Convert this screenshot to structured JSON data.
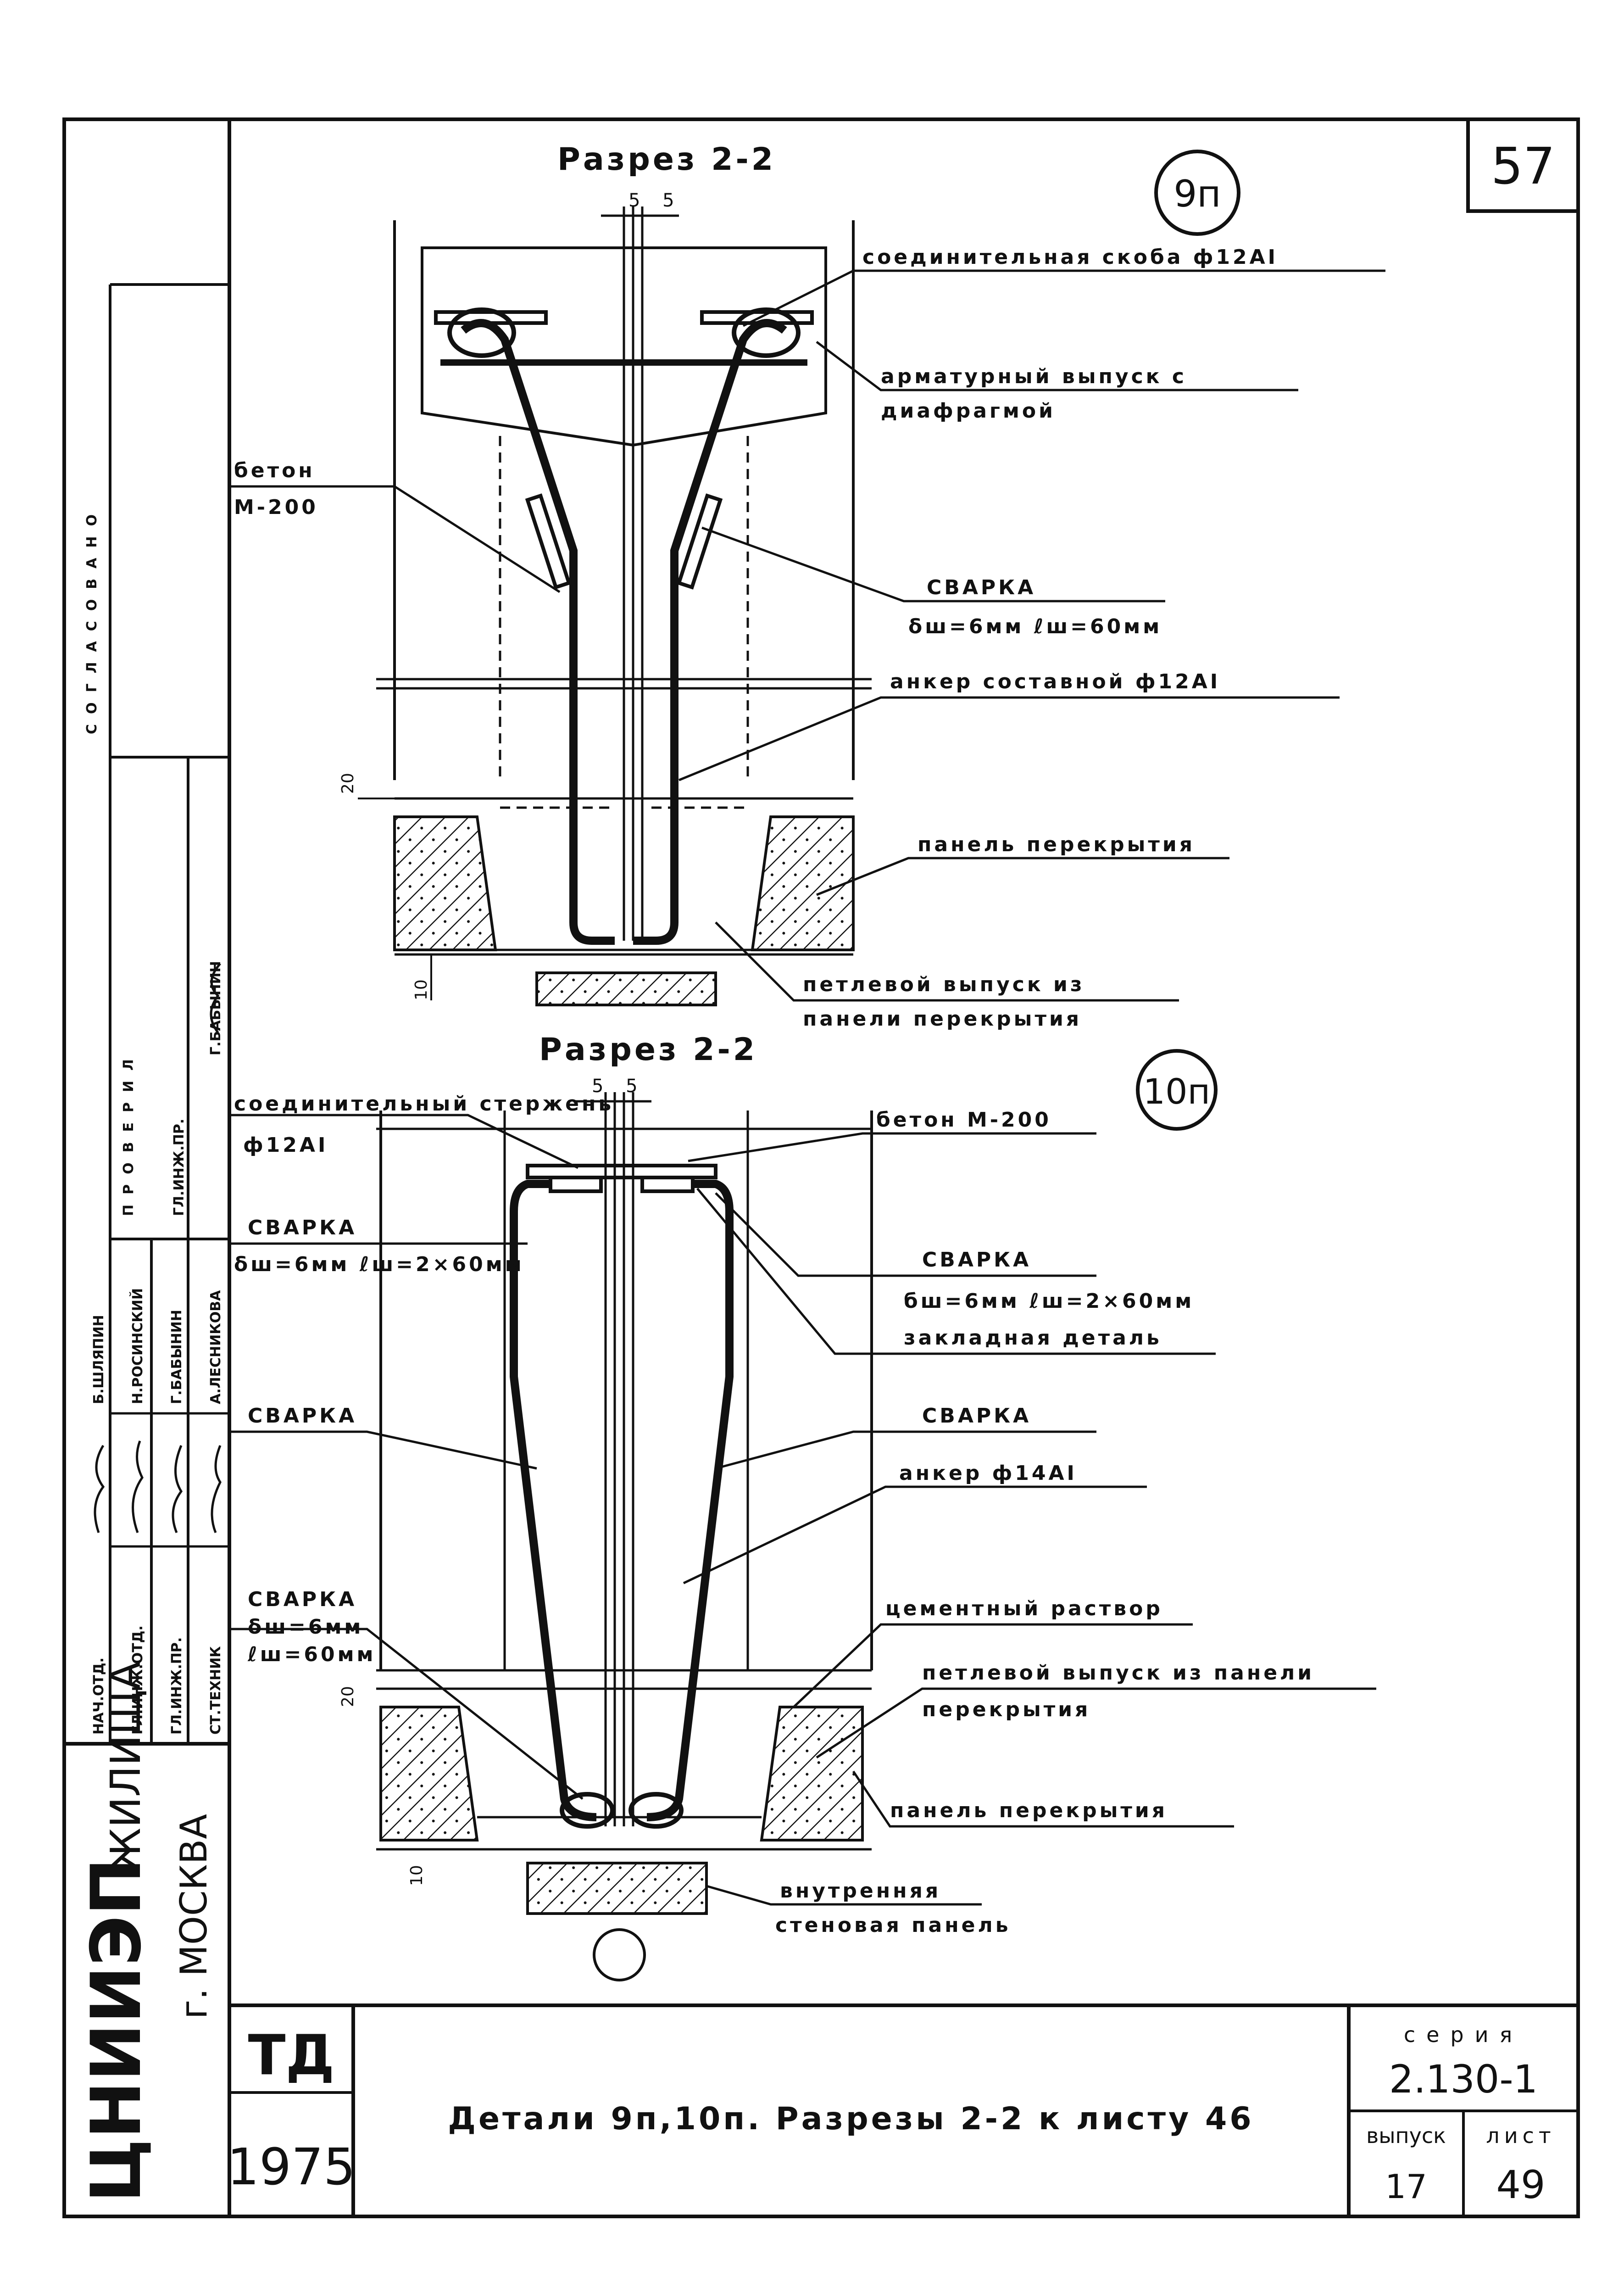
{
  "sheet": {
    "page_number": "57",
    "organization_line1": "ЦНИИЭП",
    "organization_line2": "ЖИЛИЩА",
    "organization_city": "г. МОСКВА",
    "approval_vertical": "СОГЛАСОВАНО",
    "checked_vertical": "ПРОВЕРИЛ",
    "checked_role": "ГЛ.ИНЖ.ПР.",
    "checked_name": "Г.БАБЫНИН",
    "staff": [
      {
        "role": "НАЧ.ОТД.",
        "name": "Б.ШЛЯПИН"
      },
      {
        "role": "ГЛ.ИНЖ.ОТД.",
        "name": "Н.РОСИНСКИЙ"
      },
      {
        "role": "ГЛ.ИНЖ.ПР.",
        "name": "Г.БАБЫНИН"
      },
      {
        "role": "СТ.ТЕХНИК",
        "name": "А.ЛЕСНИКОВА"
      }
    ],
    "td": "ТД",
    "year": "1975",
    "title": "Детали 9п,10п. Разрезы 2-2 к листу 46",
    "series_label": "серия",
    "series_value": "2.130-1",
    "issue_label": "выпуск",
    "issue_value": "17",
    "sheet_label": "лист",
    "sheet_value": "49"
  },
  "detail_9p": {
    "heading": "Разрез 2-2",
    "badge": "9п",
    "dim_top": "5 5",
    "dim_20": "20",
    "dim_10": "10",
    "labels": {
      "connector": "соединительная скоба ф12АI",
      "release1": "арматурный выпуск с",
      "release2": "диафрагмой",
      "concrete1": "бетон",
      "concrete2": "М-200",
      "weld1": "СВАРКА",
      "weld2": "δш=6мм ℓш=60мм",
      "anchor": "анкер составной ф12АI",
      "slab": "панель перекрытия",
      "loop1": "петлевой выпуск из",
      "loop2": "панели перекрытия"
    }
  },
  "detail_10p": {
    "heading": "Разрез 2-2",
    "badge": "10п",
    "dim_top": "5 5",
    "dim_20": "20",
    "dim_10": "10",
    "labels": {
      "rod1": "соединительный стержень",
      "rod2": "ф12АI",
      "concrete": "бетон М-200",
      "weld_tl1": "СВАРКА",
      "weld_tl2": "δш=6мм ℓш=2×60мм",
      "weld_r1": "СВАРКА",
      "weld_r2": "бш=6мм ℓш=2×60мм",
      "embedded": "закладная деталь",
      "weld_l": "СВАРКА",
      "weld_r": "СВАРКА",
      "anchor": "анкер ф14АI",
      "weld_bl1": "СВАРКА",
      "weld_bl2": "δш=6мм",
      "weld_bl3": "ℓш=60мм",
      "mortar": "цементный раствор",
      "loop1": "петлевой выпуск из панели",
      "loop2": "перекрытия",
      "slab": "панель перекрытия",
      "wall1": "внутренняя",
      "wall2": "стеновая панель"
    }
  }
}
